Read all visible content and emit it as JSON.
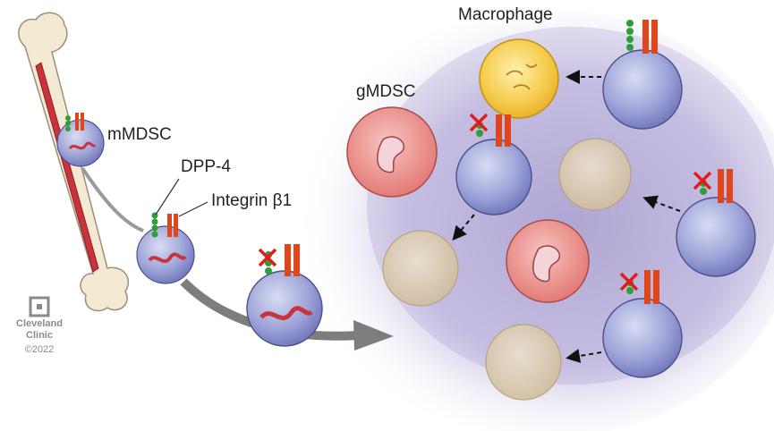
{
  "labels": {
    "macrophage": "Macrophage",
    "gmdsc": "gMDSC",
    "mmdsc": "mMDSC",
    "dpp4": "DPP-4",
    "integrin": "Integrin β1"
  },
  "logo": {
    "line1": "Cleveland",
    "line2": "Clinic",
    "year": "©2022"
  },
  "colors": {
    "bone_outer": "#f2e8d2",
    "bone_marrow": "#c8333c",
    "cell_purple": "#8d93cf",
    "nucleus": "#5a5fa8",
    "macrophage_yellow": "#f3c33a",
    "macrophage_faded": "#d8c6a8",
    "gmdsc_pink": "#e88883",
    "integrin_red": "#e0461c",
    "dpp4_green": "#2f9e3a",
    "inhibit_x": "#e21b1b",
    "tissue_bg": "#b9aed4"
  }
}
